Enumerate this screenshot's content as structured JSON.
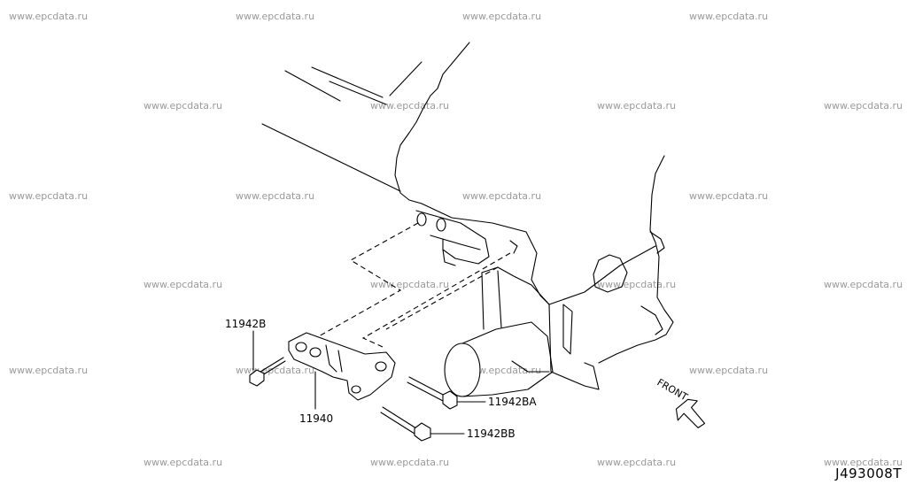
{
  "watermark": "www.epcdata.ru",
  "parts": {
    "bracket": "11940",
    "bolt_small": "11942B",
    "bolt_a": "11942BA",
    "bolt_b": "11942BB"
  },
  "front_label": "FRONT",
  "diagram_id": "J493008T"
}
